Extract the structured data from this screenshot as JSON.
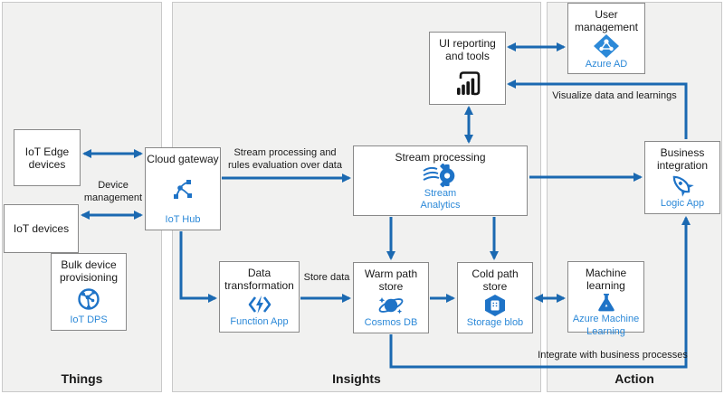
{
  "panels": {
    "things": {
      "label": "Things"
    },
    "insights": {
      "label": "Insights"
    },
    "action": {
      "label": "Action"
    }
  },
  "nodes": {
    "iot_edge_devices": {
      "title": "IoT Edge devices"
    },
    "iot_devices": {
      "title": "IoT devices"
    },
    "bulk_device_provisioning": {
      "title": "Bulk device provisioning",
      "service": "IoT DPS"
    },
    "cloud_gateway": {
      "title": "Cloud gateway",
      "service": "IoT Hub"
    },
    "data_transformation": {
      "title": "Data transformation",
      "service": "Function App"
    },
    "stream_processing": {
      "title": "Stream processing",
      "service": "Stream Analytics"
    },
    "warm_path_store": {
      "title": "Warm path store",
      "service": "Cosmos DB"
    },
    "cold_path_store": {
      "title": "Cold path store",
      "service": "Storage blob"
    },
    "ui_reporting": {
      "title": "UI reporting and tools"
    },
    "user_management": {
      "title": "User management",
      "service": "Azure AD"
    },
    "business_integration": {
      "title": "Business integration",
      "service": "Logic App"
    },
    "machine_learning": {
      "title": "Machine learning",
      "service": "Azure Machine Learning"
    }
  },
  "edge_labels": {
    "device_management": "Device management",
    "stream_rules": "Stream processing and rules evaluation over data",
    "store_data": "Store data",
    "visualize": "Visualize data and learnings",
    "integrate": "Integrate with business processes"
  },
  "icons": {
    "iot_dps": "iot-dps-icon",
    "iot_hub": "iot-hub-icon",
    "function_app": "function-app-icon",
    "stream_analytics": "stream-analytics-icon",
    "cosmos_db": "cosmos-db-icon",
    "storage_blob": "storage-blob-icon",
    "power_bi": "power-bi-icon",
    "azure_ad": "azure-ad-icon",
    "logic_app": "logic-app-icon",
    "azure_ml": "azure-ml-icon"
  },
  "colors": {
    "arrow": "#1b69b1",
    "service_label": "#2c89d8",
    "icon_blue": "#1e73c7",
    "panel_bg": "#f1f1f0",
    "power_bi_black": "#161616"
  }
}
